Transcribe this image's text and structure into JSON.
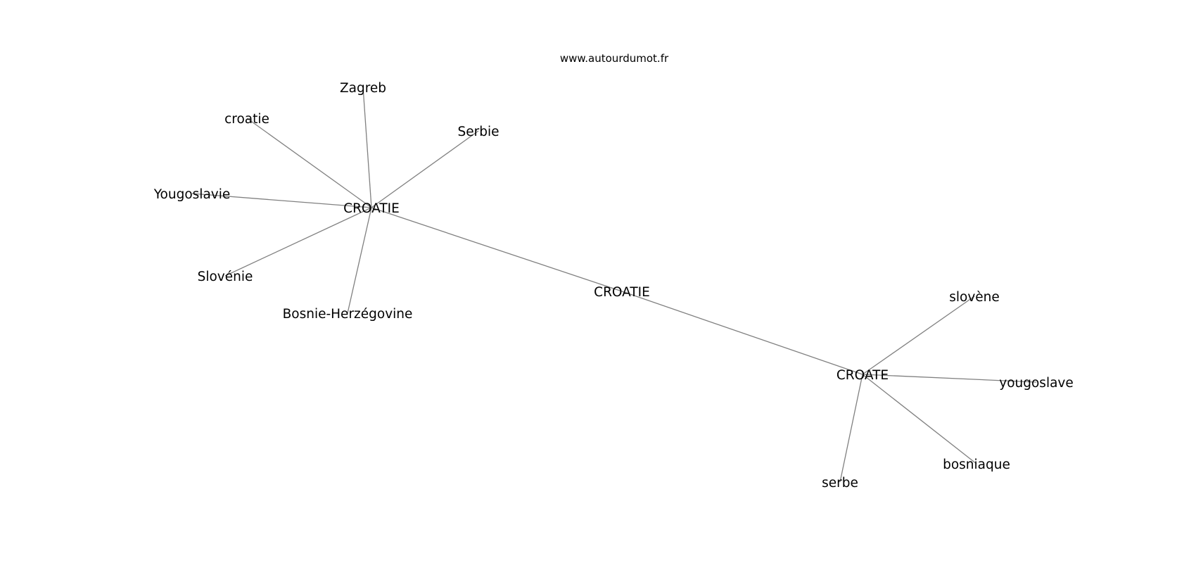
{
  "watermark": "www.autourdumot.fr",
  "graph": {
    "nodes": [
      {
        "id": "center",
        "label": "CROATIE"
      },
      {
        "id": "hub1",
        "label": "CROATIE"
      },
      {
        "id": "hub2",
        "label": "CROATE"
      },
      {
        "id": "zagreb",
        "label": "Zagreb"
      },
      {
        "id": "croatie",
        "label": "croatie"
      },
      {
        "id": "serbie",
        "label": "Serbie"
      },
      {
        "id": "yougoslavie",
        "label": "Yougoslavie"
      },
      {
        "id": "slovenie",
        "label": "Slovénie"
      },
      {
        "id": "bosnie",
        "label": "Bosnie-Herzégovine"
      },
      {
        "id": "slovene",
        "label": "slovène"
      },
      {
        "id": "yougoslave",
        "label": "yougoslave"
      },
      {
        "id": "bosniaque",
        "label": "bosniaque"
      },
      {
        "id": "serbe",
        "label": "serbe"
      }
    ],
    "edges": [
      [
        "center",
        "hub1"
      ],
      [
        "center",
        "hub2"
      ],
      [
        "hub1",
        "zagreb"
      ],
      [
        "hub1",
        "croatie"
      ],
      [
        "hub1",
        "serbie"
      ],
      [
        "hub1",
        "yougoslavie"
      ],
      [
        "hub1",
        "slovenie"
      ],
      [
        "hub1",
        "bosnie"
      ],
      [
        "hub2",
        "slovene"
      ],
      [
        "hub2",
        "yougoslave"
      ],
      [
        "hub2",
        "bosniaque"
      ],
      [
        "hub2",
        "serbe"
      ]
    ]
  }
}
